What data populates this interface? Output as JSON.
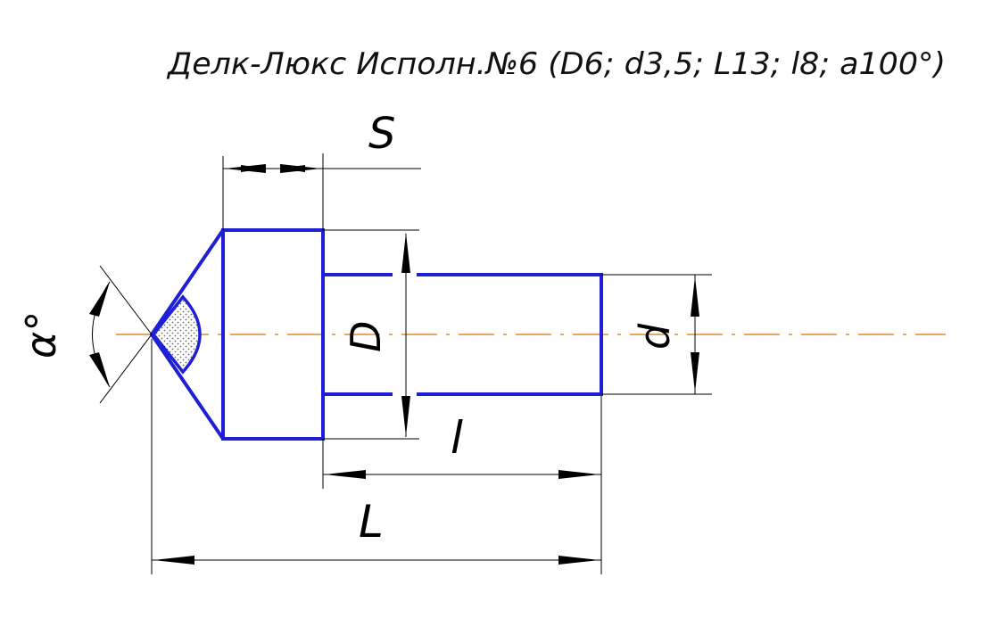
{
  "title": "Делк-Люкс Исполн.№6 (D6; d3,5; L13; l8; a100°)",
  "labels": {
    "S": "S",
    "D": "D",
    "d": "d",
    "l": "l",
    "L": "L",
    "alpha": "α°"
  },
  "colors": {
    "part_outline": "#1f1fd6",
    "dimension_lines": "#000000",
    "axis_line": "#e08a2e",
    "background": "#ffffff"
  }
}
